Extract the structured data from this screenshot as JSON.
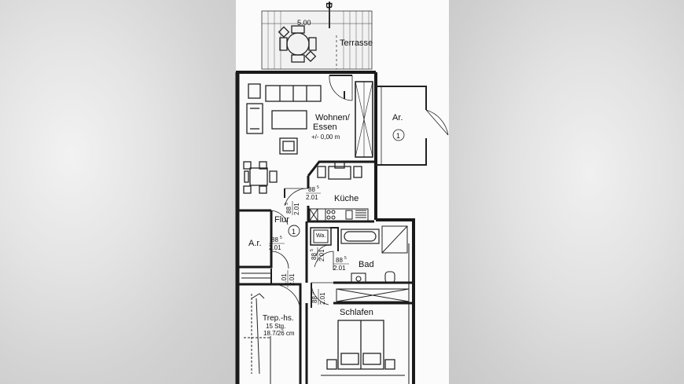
{
  "rooms": {
    "terrace": "Terrasse",
    "living": "Wohnen/",
    "living2": "Essen",
    "level": "+/- 0,00 m",
    "store_top": "Ar.",
    "store_top_num": "1",
    "kitchen": "Küche",
    "hall": "Flur",
    "hall_num": "1",
    "store_left": "A.r.",
    "bath": "Bad",
    "wash": "Wa.",
    "bedroom": "Schlafen",
    "stairs": "Trep.-hs.",
    "stairs_steps": "15 Stg.",
    "stairs_dims": "18.7/26 cm"
  },
  "dimensions": {
    "terrace_width": "5.00",
    "section_mark": "B",
    "door_kitchen_w": "88",
    "door_kitchen_sup": "5",
    "door_kitchen_h": "2.01",
    "door_hall_w": "88",
    "door_hall_sup": "5",
    "door_hall_h": "2.01",
    "door_store_w": "88",
    "door_store_sup": "5",
    "door_store_h": "2.01",
    "door_wash_w": "88",
    "door_wash_sup": "5",
    "door_wash_h": "2.01",
    "door_bath_w": "88",
    "door_bath_sup": "5",
    "door_bath_h": "2.01",
    "door_entry_w": "1.01",
    "door_entry_h": "2.01",
    "door_bed_w": "88",
    "door_bed_sup": "5",
    "door_bed_h": "2.01"
  }
}
